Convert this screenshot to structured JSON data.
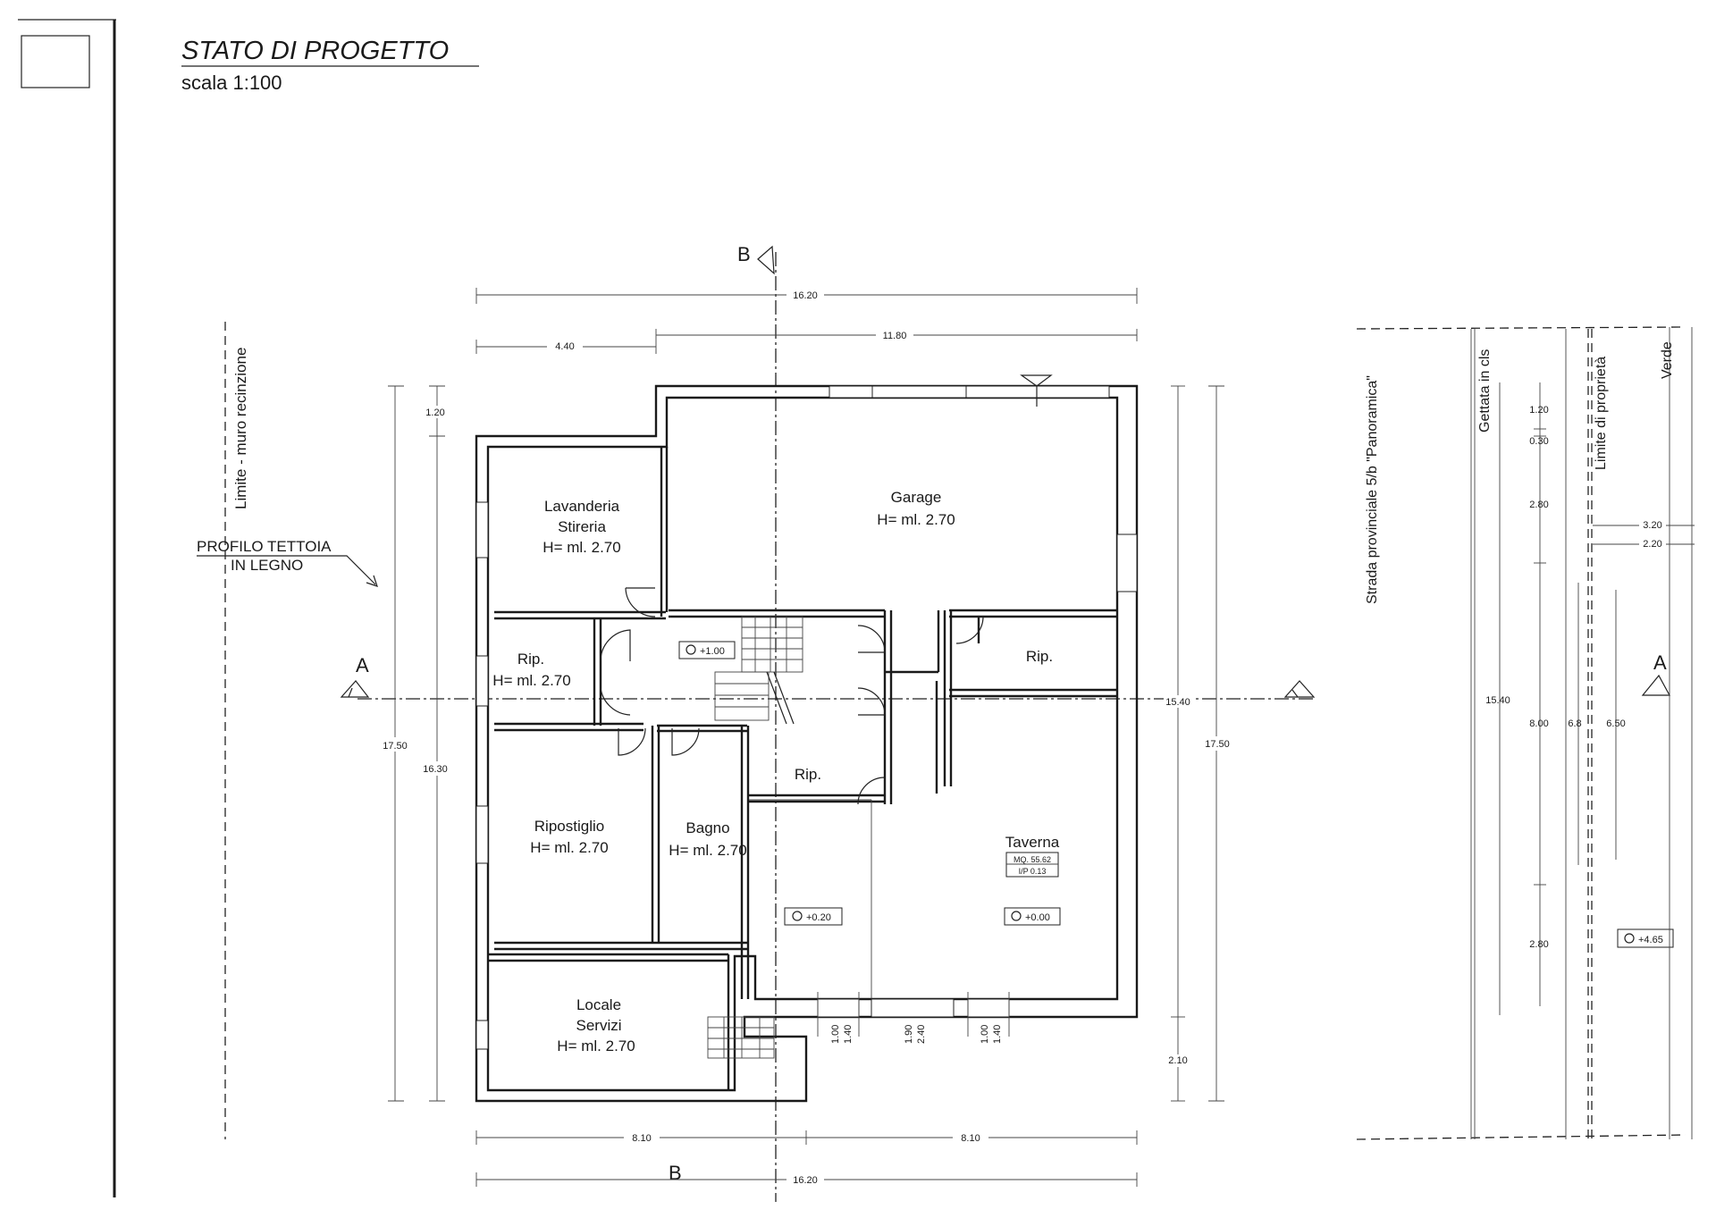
{
  "title": "STATO DI PROGETTO",
  "scale": "scala 1:100",
  "labels": {
    "limite_muro": "Limite - muro recinzione",
    "profilo_line1": "PROFILO TETTOIA",
    "profilo_line2": "IN LEGNO",
    "strada": "Strada provinciale 5/b \"Panoramica\"",
    "gettata": "Gettata in cls",
    "limite_proprieta": "Limite di proprietà",
    "verde": "Verde"
  },
  "sections": {
    "a": "A",
    "b": "B"
  },
  "rooms": {
    "lavanderia": {
      "l1": "Lavanderia",
      "l2": "Stireria",
      "h": "H= ml. 2.70"
    },
    "garage": {
      "l1": "Garage",
      "h": "H= ml. 2.70"
    },
    "rip_left": {
      "l1": "Rip.",
      "h": "H= ml. 2.70"
    },
    "rip_right": {
      "l1": "Rip."
    },
    "rip_mid": {
      "l1": "Rip."
    },
    "ripostiglio": {
      "l1": "Ripostiglio",
      "h": "H= ml. 2.70"
    },
    "bagno": {
      "l1": "Bagno",
      "h": "H= ml. 2.70"
    },
    "taverna": {
      "l1": "Taverna",
      "mq": "MQ. 55.62",
      "ip": "I/P 0.13"
    },
    "locale": {
      "l1": "Locale",
      "l2": "Servizi",
      "h": "H= ml. 2.70"
    }
  },
  "levels": {
    "l100": "+1.00",
    "l020": "+0.20",
    "l000": "+0.00",
    "l465": "+4.65"
  },
  "dims": {
    "top_total": "16.20",
    "top_left": "4.40",
    "top_right": "11.80",
    "left_total": "17.50",
    "left_a": "1.20",
    "left_b": "16.30",
    "right_mid": "15.40",
    "right_total": "17.50",
    "right_low": "2.10",
    "bottom_left": "8.10",
    "bottom_right": "8.10",
    "bottom_total": "16.20",
    "win1a": "1.00",
    "win1b": "1.40",
    "win2a": "1.90",
    "win2b": "2.40",
    "win3a": "1.00",
    "win3b": "1.40",
    "side_1540": "15.40",
    "side_120": "1.20",
    "side_030": "0.30",
    "side_280a": "2.80",
    "side_800": "8.00",
    "side_280b": "2.80",
    "side_68": "6.8",
    "side_650": "6.50",
    "side_320": "3.20",
    "side_220": "2.20"
  }
}
